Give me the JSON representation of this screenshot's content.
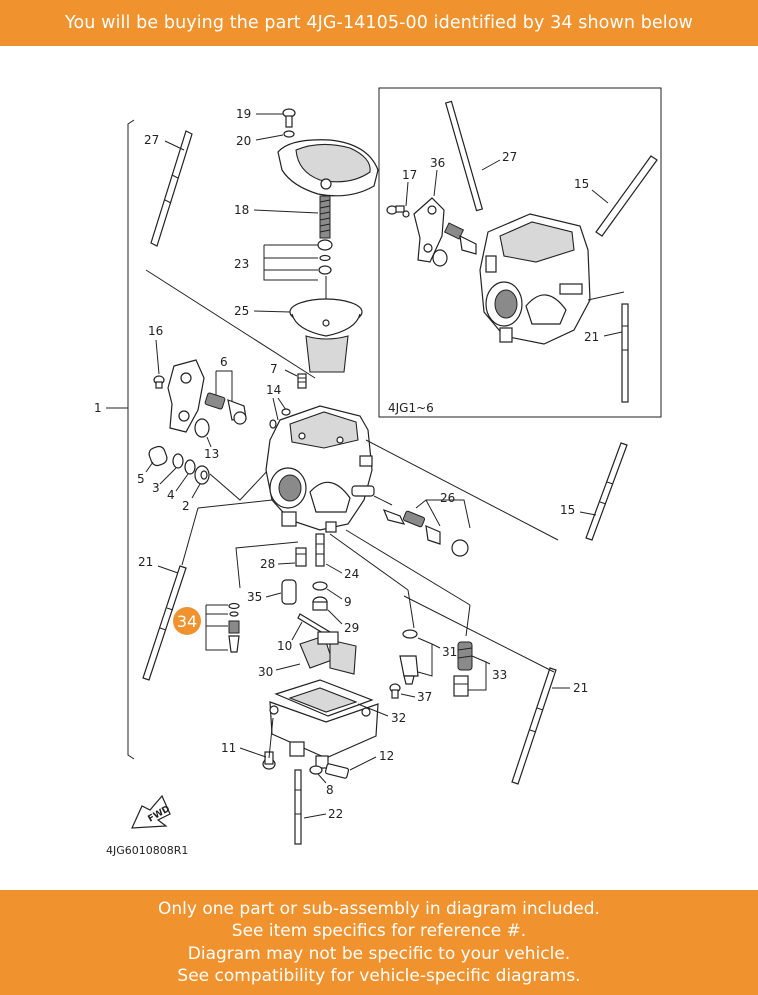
{
  "header": {
    "text": "You will be buying the part 4JG-14105-00 identified by 34 shown below"
  },
  "diagram": {
    "code": "4JG6010808R1",
    "inset_label": "4JG1~6",
    "fwd_label": "FWD",
    "highlight_ref": "34",
    "highlight_color": "#f0922e",
    "callouts": {
      "c1": "1",
      "c2": "2",
      "c3": "3",
      "c4": "4",
      "c5": "5",
      "c6": "6",
      "c7": "7",
      "c8": "8",
      "c9": "9",
      "c10": "10",
      "c11": "11",
      "c12": "12",
      "c13": "13",
      "c14": "14",
      "c15a": "15",
      "c15b": "15",
      "c16": "16",
      "c17": "17",
      "c18": "18",
      "c19": "19",
      "c20": "20",
      "c21a": "21",
      "c21b": "21",
      "c21c": "21",
      "c22": "22",
      "c23": "23",
      "c24": "24",
      "c25": "25",
      "c26": "26",
      "c27a": "27",
      "c27b": "27",
      "c28": "28",
      "c29": "29",
      "c30": "30",
      "c31": "31",
      "c32": "32",
      "c33": "33",
      "c35": "35",
      "c36": "36",
      "c37": "37"
    }
  },
  "footer": {
    "line1": "Only one part or sub-assembly in diagram included.",
    "line2": "See item specifics for reference #.",
    "line3": "Diagram may not be specific to your vehicle.",
    "line4": "See compatibility for vehicle-specific diagrams."
  }
}
